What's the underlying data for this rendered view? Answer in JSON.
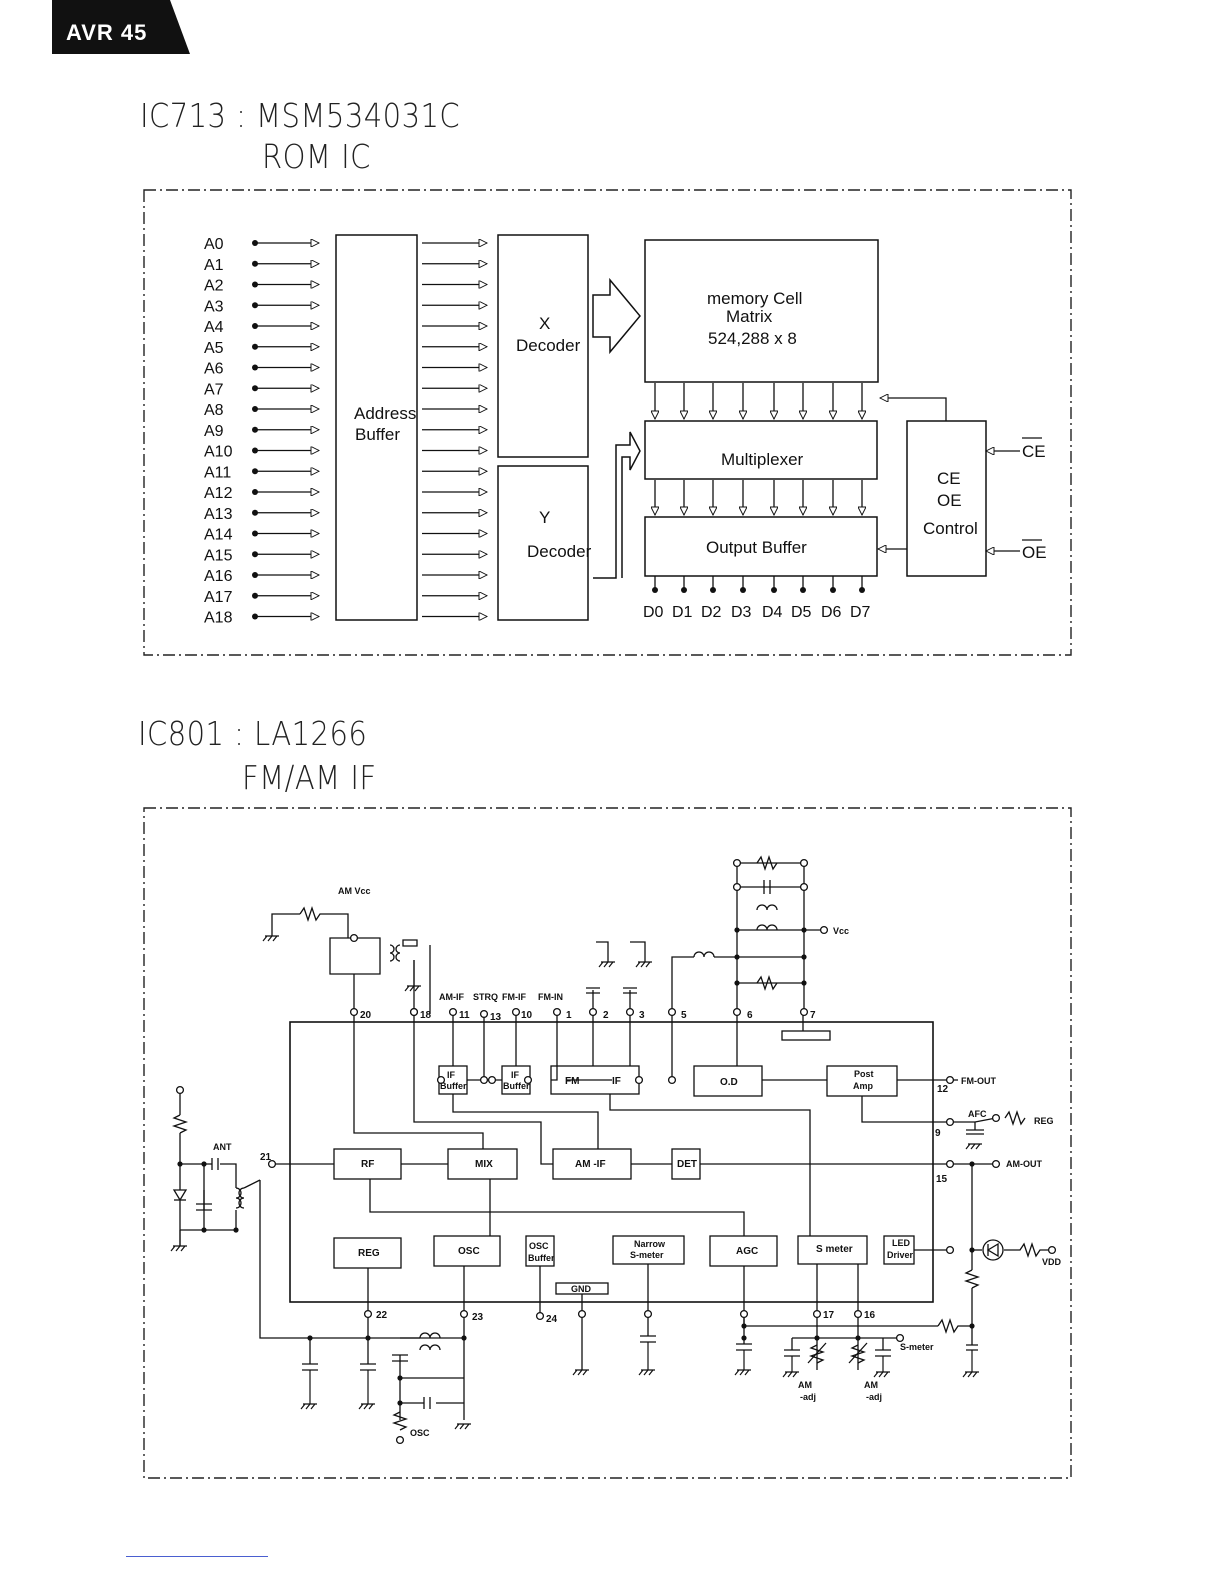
{
  "header": {
    "model_badge": "AVR 45"
  },
  "rom_section": {
    "title_line1": "IC713 : MSM534031C",
    "title_line2": "ROM IC",
    "address_pins": [
      "A0",
      "A1",
      "A2",
      "A3",
      "A4",
      "A5",
      "A6",
      "A7",
      "A8",
      "A9",
      "A10",
      "A11",
      "A12",
      "A13",
      "A14",
      "A15",
      "A16",
      "A17",
      "A18"
    ],
    "blocks": {
      "address_buffer": [
        "Address",
        "Buffer"
      ],
      "x_decoder": [
        "X",
        "Decoder"
      ],
      "y_decoder": [
        "Y",
        "Decoder"
      ],
      "memory": [
        "memory  Cell",
        "Matrix",
        "524,288  x  8"
      ],
      "multiplexer": "Multiplexer",
      "output_buffer": "Output  Buffer",
      "control": [
        "CE",
        "OE",
        "Control"
      ]
    },
    "data_pins": [
      "D0",
      "D1",
      "D2",
      "D3",
      "D4",
      "D5",
      "D6",
      "D7"
    ],
    "ce_label": "CE",
    "oe_label": "OE"
  },
  "if_section": {
    "title_line1": "IC801 : LA1266",
    "title_line2": "FM/AM IF",
    "blocks": {
      "if_buffer_1": [
        "IF",
        "Buffer"
      ],
      "if_buffer_2": [
        "IF",
        "Buffer"
      ],
      "fm_if": [
        "FM",
        "IF"
      ],
      "od": "O.D",
      "post_amp": [
        "Post",
        "Amp"
      ],
      "rf": "RF",
      "mix": "MIX",
      "am_if": "AM  -IF",
      "det": "DET",
      "reg": "REG",
      "osc": "OSC",
      "osc_buffer": [
        "OSC",
        "Buffer"
      ],
      "narrow_smeter": [
        "Narrow",
        "S-meter"
      ],
      "agc": "AGC",
      "s_meter": "S meter",
      "led_driver": [
        "LED",
        "Driver"
      ],
      "gnd": "GND"
    },
    "pin_numbers": {
      "p20": "20",
      "p18": "18",
      "p11": "11",
      "p13": "13",
      "p10": "10",
      "p1": "1",
      "p2": "2",
      "p3": "3",
      "p5": "5",
      "p6": "6",
      "p7": "7",
      "p12": "12",
      "p9": "9",
      "p15": "15",
      "p21": "21",
      "p22": "22",
      "p23": "23",
      "p24": "24",
      "p17": "17",
      "p16": "16"
    },
    "signal_labels": {
      "am_vcc": "AM Vcc",
      "am_if": "AM-IF",
      "strq": "STRQ",
      "fm_if": "FM-IF",
      "fm_in": "FM-IN",
      "vcc": "Vcc",
      "fm_out": "FM-OUT",
      "afc": "AFC",
      "reg": "REG",
      "am_out": "AM-OUT",
      "vdd": "VDD",
      "ant": "ANT",
      "s_meter": "S-meter",
      "am_adj_1": [
        "AM",
        "-adj"
      ],
      "am_adj_2": [
        "AM",
        "-adj"
      ],
      "osc": "OSC"
    }
  }
}
